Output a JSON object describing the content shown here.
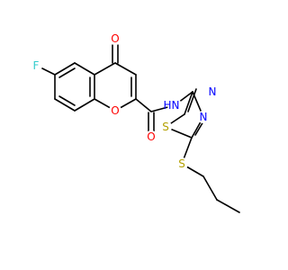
{
  "molecule": {
    "atoms": {
      "fluorine": {
        "label": "F",
        "color": "#33cccc"
      },
      "carbonyl_oxygen": {
        "label": "O",
        "color": "#ff0000"
      },
      "ring_oxygen": {
        "label": "O",
        "color": "#ff0000"
      },
      "amide_oxygen": {
        "label": "O",
        "color": "#ff0000"
      },
      "amide_nh": {
        "label": "H",
        "color": "#0000ff"
      },
      "amide_n": {
        "label": "N",
        "color": "#0000ff"
      },
      "thiadiazole_n3": {
        "label": "N",
        "color": "#0000ff"
      },
      "thiadiazole_n4": {
        "label": "N",
        "color": "#0000ff"
      },
      "thiadiazole_s": {
        "label": "S",
        "color": "#b3a000"
      },
      "thioether_s": {
        "label": "S",
        "color": "#b3a000"
      }
    }
  }
}
